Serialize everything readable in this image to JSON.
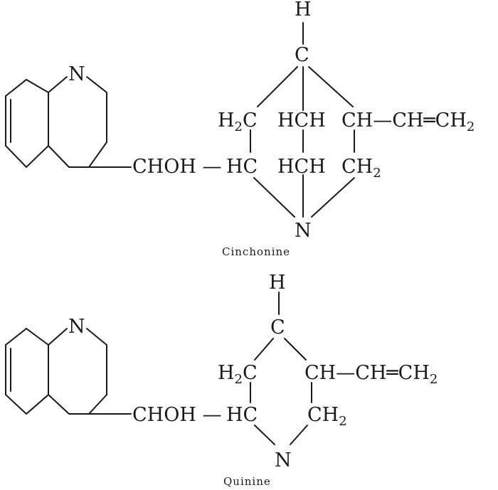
{
  "figures": [
    {
      "name": "Cinchonine",
      "caption": "Cinchonine",
      "atoms": {
        "quinoline_n": "N",
        "h_top": "H",
        "c_top": "C",
        "h2c": "H",
        "h2c_sub": "2",
        "h2c_c": "C",
        "hch_upper": "HCH",
        "ch_vinyl": "CH—CH═CH",
        "ch_vinyl_sub": "2",
        "choh": "CHOH —",
        "hc": "HC",
        "hch_lower": "HCH",
        "ch2": "CH",
        "ch2_sub": "2",
        "n_bottom": "N"
      }
    },
    {
      "name": "Quinine",
      "caption": "Quinine",
      "atoms": {
        "quinoline_n": "N",
        "h_top": "H",
        "c_top": "C",
        "h2c": "H",
        "h2c_sub": "2",
        "h2c_c": "C",
        "ch_vinyl": "CH—CH═CH",
        "ch_vinyl_sub": "2",
        "choh": "CHOH —",
        "hc": "HC",
        "ch2": "CH",
        "ch2_sub": "2",
        "n_bottom": "N"
      }
    }
  ]
}
